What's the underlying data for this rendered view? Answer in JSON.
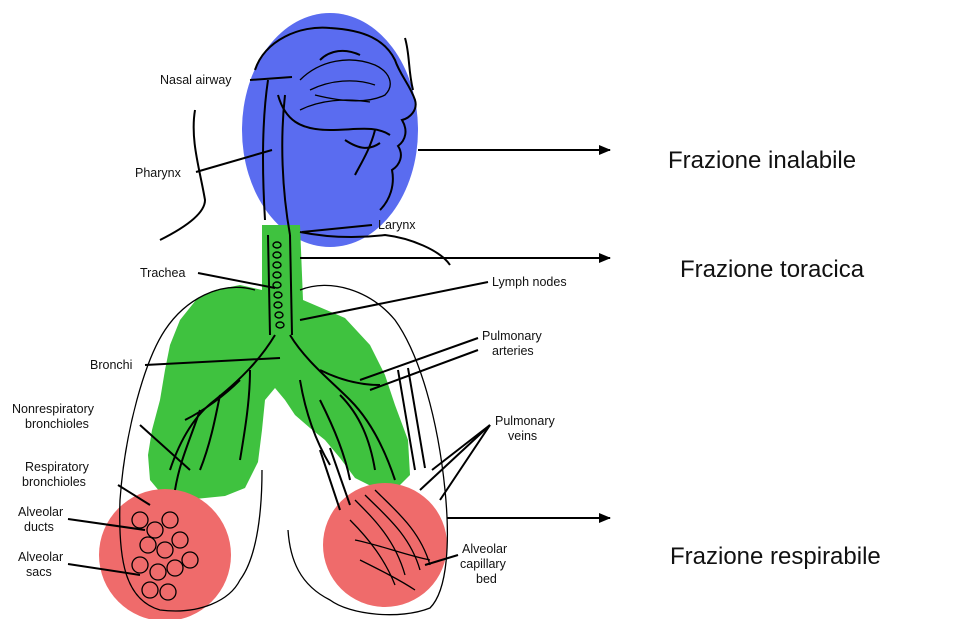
{
  "labels": {
    "nasal_airway": "Nasal airway",
    "pharynx": "Pharynx",
    "larynx": "Larynx",
    "trachea": "Trachea",
    "lymph_nodes": "Lymph nodes",
    "bronchi": "Bronchi",
    "pulmonary_arteries": [
      "Pulmonary",
      "arteries"
    ],
    "nonrespiratory_bronchioles": [
      "Nonrespiratory",
      "bronchioles"
    ],
    "respiratory_bronchioles": [
      "Respiratory",
      "bronchioles"
    ],
    "pulmonary_veins": [
      "Pulmonary",
      "veins"
    ],
    "alveolar_ducts": [
      "Alveolar",
      "ducts"
    ],
    "alveolar_sacs": [
      "Alveolar",
      "sacs"
    ],
    "alveolar_capillary_bed": [
      "Alveolar",
      "capillary",
      "bed"
    ]
  },
  "fractions": {
    "inhalable": "Frazione inalabile",
    "thoracic": "Frazione toracica",
    "respirable": "Frazione respirabile"
  },
  "colors": {
    "inhalable_zone": "#5a6cf0",
    "thoracic_zone": "#3fc23f",
    "respirable_zone": "#ef6b6b",
    "line": "#000000"
  }
}
